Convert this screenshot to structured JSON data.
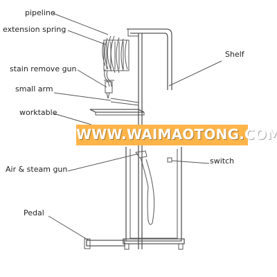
{
  "labels": {
    "pipeline": "pipeline",
    "extension_spring": "extension spring",
    "shelf": "Shelf",
    "stain_remove_gun": "stain remove gun",
    "small_arm": "small arm",
    "worktable": "worktable",
    "switch": "switch",
    "air_steam_gun": "Air & steam gun",
    "pedal": "Pedal"
  },
  "watermark": {
    "text": "WWW.WAIMAOTONG.COM",
    "band_color": "#fdb54a",
    "text_color": "#ffffff"
  }
}
